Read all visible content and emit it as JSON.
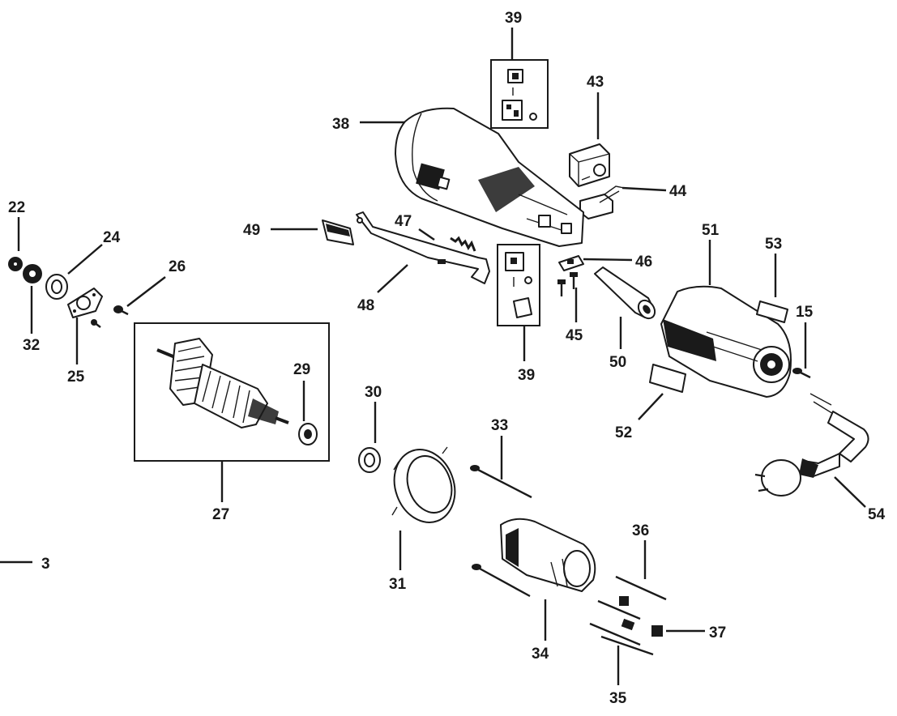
{
  "labels": {
    "p3": "3",
    "p15": "15",
    "p22": "22",
    "p24": "24",
    "p25": "25",
    "p26": "26",
    "p27": "27",
    "p29": "29",
    "p30": "30",
    "p31": "31",
    "p32": "32",
    "p33": "33",
    "p34": "34",
    "p35": "35",
    "p36": "36",
    "p37": "37",
    "p38": "38",
    "p39_top": "39",
    "p39_mid": "39",
    "p43": "43",
    "p44": "44",
    "p45": "45",
    "p46": "46",
    "p47": "47",
    "p48": "48",
    "p49": "49",
    "p50": "50",
    "p51": "51",
    "p52": "52",
    "p53": "53",
    "p54": "54"
  }
}
